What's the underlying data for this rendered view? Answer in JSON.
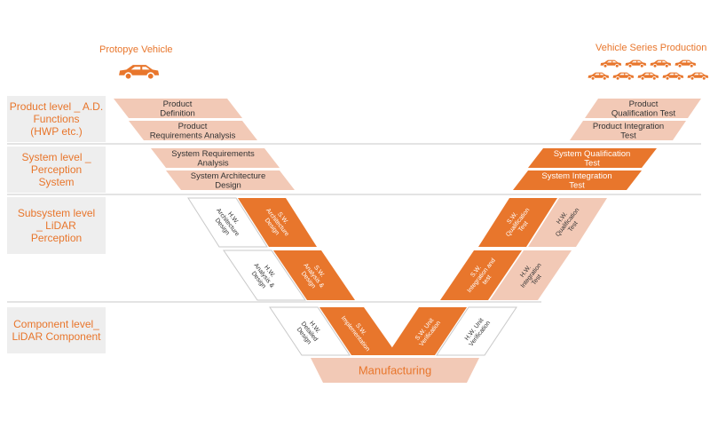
{
  "colors": {
    "orange": "#e8762c",
    "peach": "#f2c9b6",
    "outline": "#c9c9c9",
    "panel": "#eeeeee",
    "text": "#333333",
    "white": "#ffffff"
  },
  "vehicles": {
    "left_label": "Protopye Vehicle",
    "right_label": "Vehicle Series Production",
    "icon": "car-icon"
  },
  "levels": [
    {
      "text": "Product level _ A.D.\nFunctions\n(HWP etc.)"
    },
    {
      "text": "System level _\nPerception\nSystem"
    },
    {
      "text": "Subsystem level\n_ LiDAR\nPerception"
    },
    {
      "text": "Component level_\nLiDAR Component"
    }
  ],
  "stages": {
    "product_definition": "Product\nDefinition",
    "product_requirements": "Product\nRequirements Analysis",
    "system_requirements": "System Requirements\nAnalysis",
    "system_architecture": "System Architecture\nDesign",
    "hw_architecture": "H.W.\nArchitecture\nDesign",
    "sw_architecture": "S.W.\nArchitecture\nDesign",
    "hw_analysis": "H.W.\nAnalysis &\nDesign",
    "sw_analysis": "S.W.\nAnalysis &\nDesign",
    "hw_detailed": "H.W.\nDetailed\nDesign",
    "sw_implementation": "S.W.\nImplementation",
    "sw_unit_verification": "S.W. Unit\nVerification",
    "hw_unit_verification": "H.W. Unit\nVerification",
    "sw_integration": "S.W.\nIntegration and\ntest",
    "hw_integration": "H.W.\nIntegration\nTest",
    "sw_qualification": "S.W.\nQualification\nTest",
    "hw_qualification": "H.W.\nQualification\nTest",
    "system_integration": "System  Integration\nTest",
    "system_qualification": "System Qualification\nTest",
    "product_integration": "Product Integration\nTest",
    "product_qualification": "Product\nQualification Test",
    "manufacturing": "Manufacturing"
  }
}
